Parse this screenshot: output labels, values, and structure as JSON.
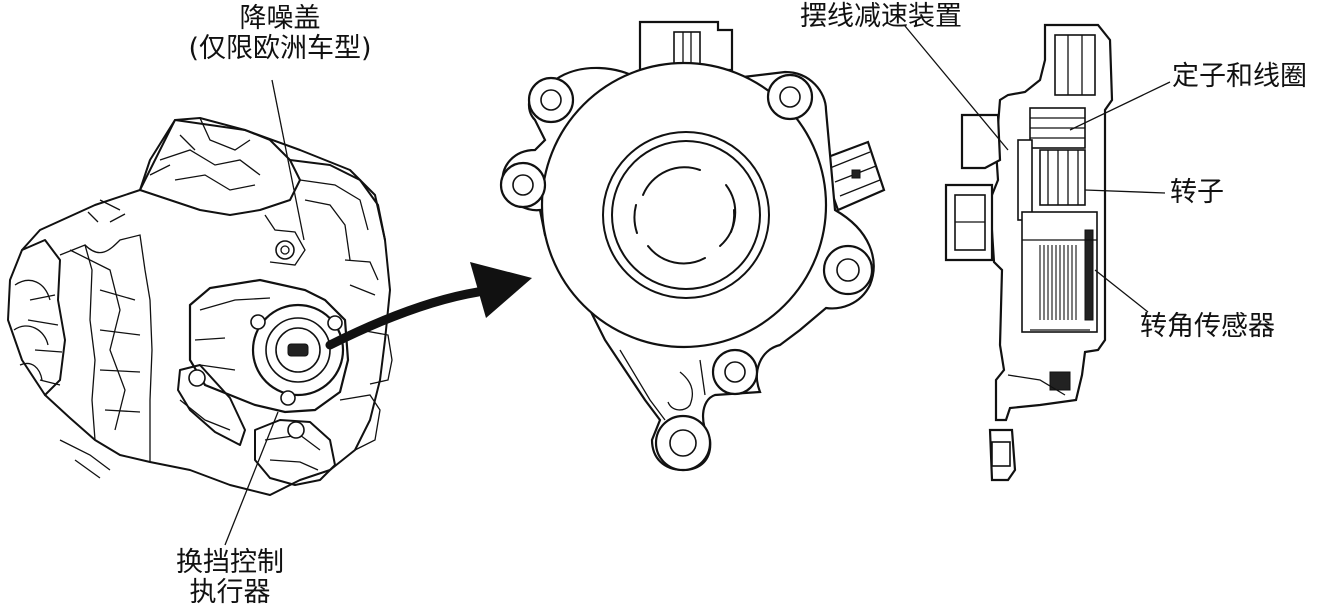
{
  "labels": {
    "noise_cover_line1": "降噪盖",
    "noise_cover_line2": "(仅限欧洲车型)",
    "actuator_line1": "换挡控制",
    "actuator_line2": "执行器",
    "reduction": "摆线减速装置",
    "stator": "定子和线圈",
    "rotor": "转子",
    "angle_sensor": "转角传感器"
  },
  "icons": {
    "transmission": "transmission-drawing",
    "actuator_front": "actuator-front-view",
    "actuator_section": "actuator-cross-section",
    "arrow": "arrow-right"
  }
}
